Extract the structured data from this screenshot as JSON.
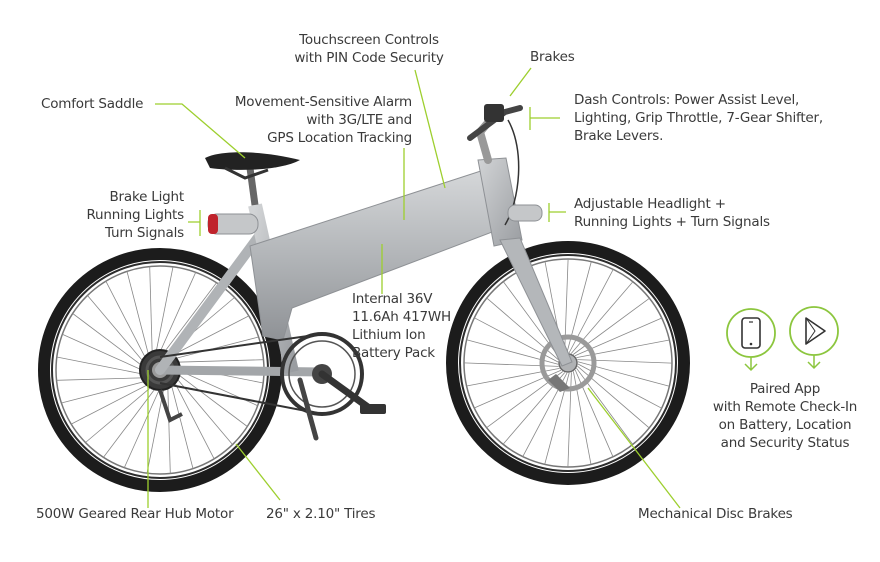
{
  "colors": {
    "leader": "#9dcf2e",
    "text": "#3a3a3a",
    "frame": "#b6b8ba",
    "tire": "#1c1c1c",
    "light": "#c0232c",
    "icon": "#8cc63e"
  },
  "labels": {
    "touchscreen": [
      "Touchscreen Controls",
      "with PIN Code Security"
    ],
    "brakes": [
      "Brakes"
    ],
    "comfort_saddle": [
      "Comfort Saddle"
    ],
    "alarm": [
      "Movement-Sensitive Alarm",
      "with 3G/LTE and",
      "GPS Location Tracking"
    ],
    "dash": [
      "Dash Controls: Power Assist Level,",
      "Lighting, Grip Throttle, 7-Gear Shifter,",
      "Brake Levers."
    ],
    "brake_light": [
      "Brake Light",
      "Running Lights",
      "Turn Signals"
    ],
    "headlight": [
      "Adjustable Headlight +",
      "Running Lights + Turn Signals"
    ],
    "battery": [
      "Internal 36V",
      "11.6Ah 417WH",
      "Lithium Ion",
      "Battery Pack"
    ],
    "app": [
      "Paired App",
      "with Remote Check-In",
      "on Battery, Location",
      "and Security Status"
    ],
    "motor": [
      "500W Geared Rear Hub Motor"
    ],
    "tires": [
      "26\" x 2.10\" Tires"
    ],
    "disc_brakes": [
      "Mechanical Disc Brakes"
    ]
  },
  "icons": [
    "smartphone-icon",
    "play-store-icon",
    "arrow-down-icon"
  ]
}
